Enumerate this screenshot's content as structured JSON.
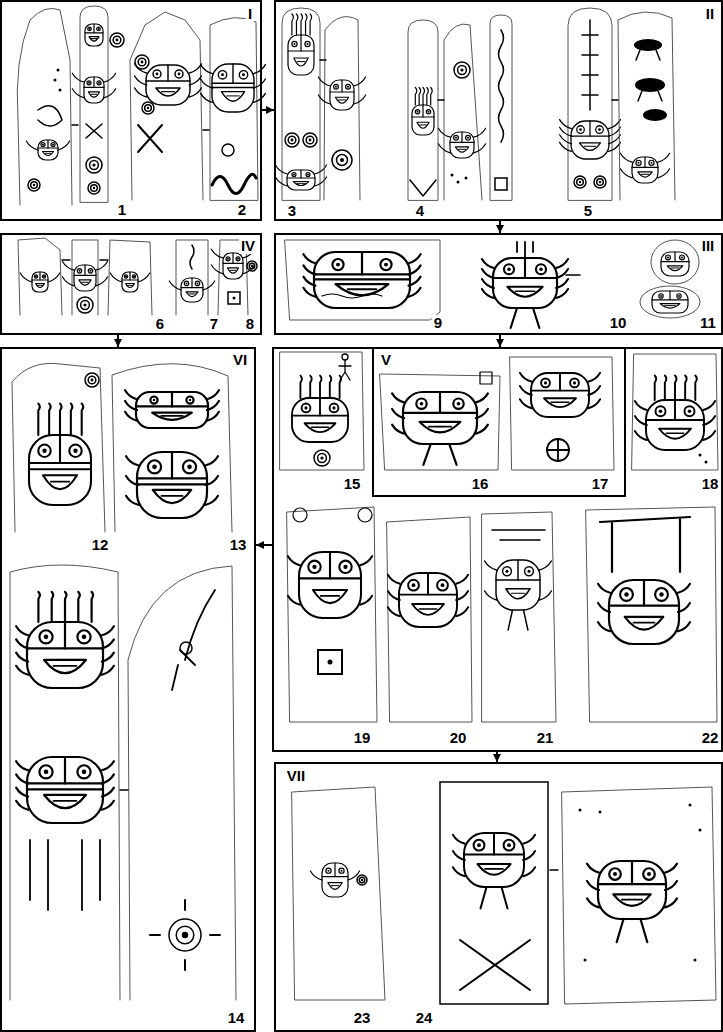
{
  "diagram": {
    "nodes": [
      {
        "text": [
          "I",
          "1",
          "2"
        ]
      },
      {
        "text": [
          "II",
          "3",
          "4",
          "5"
        ]
      },
      {
        "text": [
          "IV",
          "6",
          "7",
          "8"
        ]
      },
      {
        "text": [
          "III",
          "9",
          "10",
          "11"
        ]
      },
      {
        "text": [
          "VI",
          "12",
          "13",
          "14"
        ]
      },
      {
        "text": [
          "15",
          "18",
          "19",
          "20",
          "21",
          "22"
        ]
      },
      {
        "text": [
          "V",
          "16",
          "17"
        ],
        "in": 5
      },
      {
        "text": [
          "VII",
          "23",
          "24"
        ]
      }
    ],
    "edges": [
      {
        "from": 0,
        "to": 1,
        "arrow": "to"
      },
      {
        "from": 1,
        "to": 3,
        "arrow": "to"
      },
      {
        "from": 3,
        "to": 6,
        "arrow": "to"
      },
      {
        "from": 2,
        "to": 4,
        "arrow": "to"
      },
      {
        "from": 5,
        "to": 4,
        "arrow": "to"
      },
      {
        "from": 5,
        "to": 7,
        "arrow": "to"
      }
    ]
  }
}
